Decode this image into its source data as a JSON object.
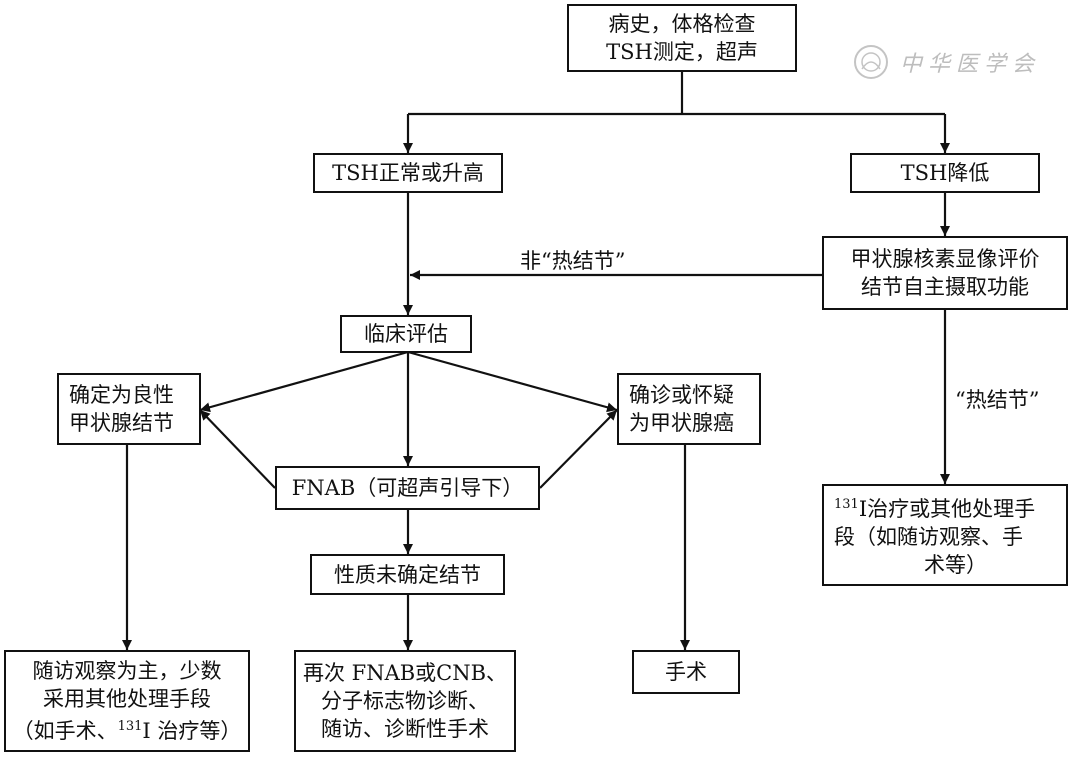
{
  "nodes": {
    "history": [
      "病史，体格检查",
      "TSH测定，超声"
    ],
    "tsh_normal": "TSH正常或升高",
    "tsh_low": "TSH降低",
    "isotope": [
      "甲状腺核素显像评价",
      "结节自主摄取功能"
    ],
    "clinical": "临床评估",
    "benign": [
      "确定为良性",
      "甲状腺结节"
    ],
    "cancer": [
      "确诊或怀疑",
      "为甲状腺癌"
    ],
    "fnab": "FNAB（可超声引导下）",
    "indeterminate": "性质未确定结节",
    "followup": {
      "line1": "随访观察为主，少数",
      "line2": "采用其他处理手段",
      "line3_pre": "（如手术、",
      "line3_sup": "131",
      "line3_post": "I 治疗等）"
    },
    "repeat": [
      "再次 FNAB或CNB、",
      "分子标志物诊断、",
      "随访、诊断性手术"
    ],
    "surgery": "手术",
    "i131": {
      "sup": "131",
      "line1_post": "I治疗或其他处理手",
      "line2": "段（如随访观察、手",
      "line3": "术等）"
    }
  },
  "edge_labels": {
    "non_hot": "非“热结节”",
    "hot": "“热结节”"
  },
  "watermark": {
    "text": "中华医学会",
    "icon": "society-emblem-icon"
  }
}
